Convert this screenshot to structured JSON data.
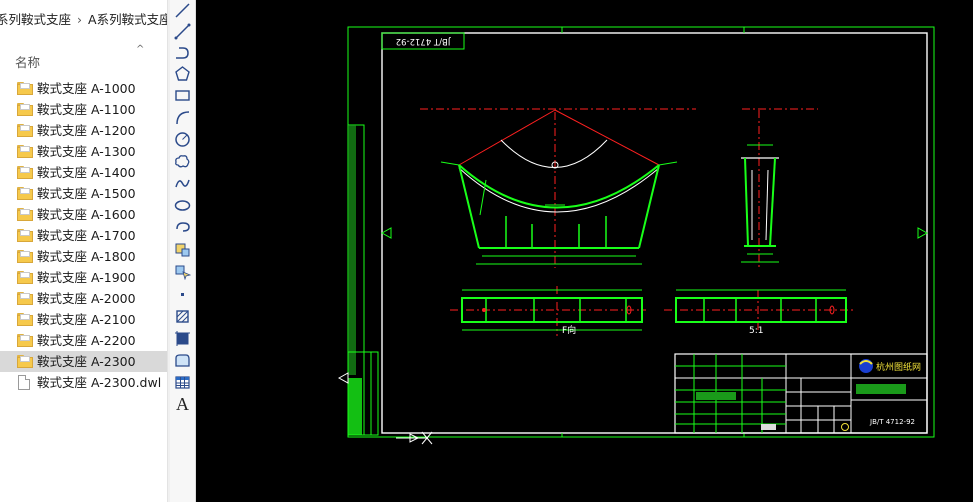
{
  "breadcrumb": {
    "items": [
      "系列鞍式支座",
      "A系列鞍式支座"
    ],
    "separator": "›"
  },
  "list_header": {
    "name_column": "名称"
  },
  "files": [
    {
      "name": "鞍式支座 A-1000",
      "type": "folder"
    },
    {
      "name": "鞍式支座 A-1100",
      "type": "folder"
    },
    {
      "name": "鞍式支座 A-1200",
      "type": "folder"
    },
    {
      "name": "鞍式支座 A-1300",
      "type": "folder"
    },
    {
      "name": "鞍式支座 A-1400",
      "type": "folder"
    },
    {
      "name": "鞍式支座 A-1500",
      "type": "folder"
    },
    {
      "name": "鞍式支座 A-1600",
      "type": "folder"
    },
    {
      "name": "鞍式支座 A-1700",
      "type": "folder"
    },
    {
      "name": "鞍式支座 A-1800",
      "type": "folder"
    },
    {
      "name": "鞍式支座 A-1900",
      "type": "folder"
    },
    {
      "name": "鞍式支座 A-2000",
      "type": "folder"
    },
    {
      "name": "鞍式支座 A-2100",
      "type": "folder"
    },
    {
      "name": "鞍式支座 A-2200",
      "type": "folder"
    },
    {
      "name": "鞍式支座 A-2300",
      "type": "folder",
      "selected": true
    },
    {
      "name": "鞍式支座 A-2300.dwl",
      "type": "file"
    }
  ],
  "toolbar": {
    "tools": [
      "line-tool-icon",
      "polyline-tool-icon",
      "spline-pline-tool-icon",
      "polygon-tool-icon",
      "rectangle-tool-icon",
      "arc-tool-icon",
      "circle-tool-icon",
      "revision-cloud-tool-icon",
      "spline-tool-icon",
      "ellipse-tool-icon",
      "ellipse-arc-tool-icon",
      "insert-block-tool-icon",
      "make-block-tool-icon",
      "point-tool-icon",
      "hatch-tool-icon",
      "gradient-tool-icon",
      "region-tool-icon",
      "table-tool-icon",
      "mtext-tool-icon"
    ],
    "text_label": "A"
  },
  "drawing": {
    "standard_code": "JB/T 4712-92",
    "title_code": "JB/T 4712-92",
    "view_label": "5:1",
    "plate_label": "F向",
    "company": "杭州图纸网",
    "colors": {
      "frame": "#19ff19",
      "lines": "#ffffff",
      "center": "#ff2020",
      "dims": "#19ff19",
      "arrow": "#4a7cff",
      "title_fill": "#1a9a1a"
    }
  }
}
